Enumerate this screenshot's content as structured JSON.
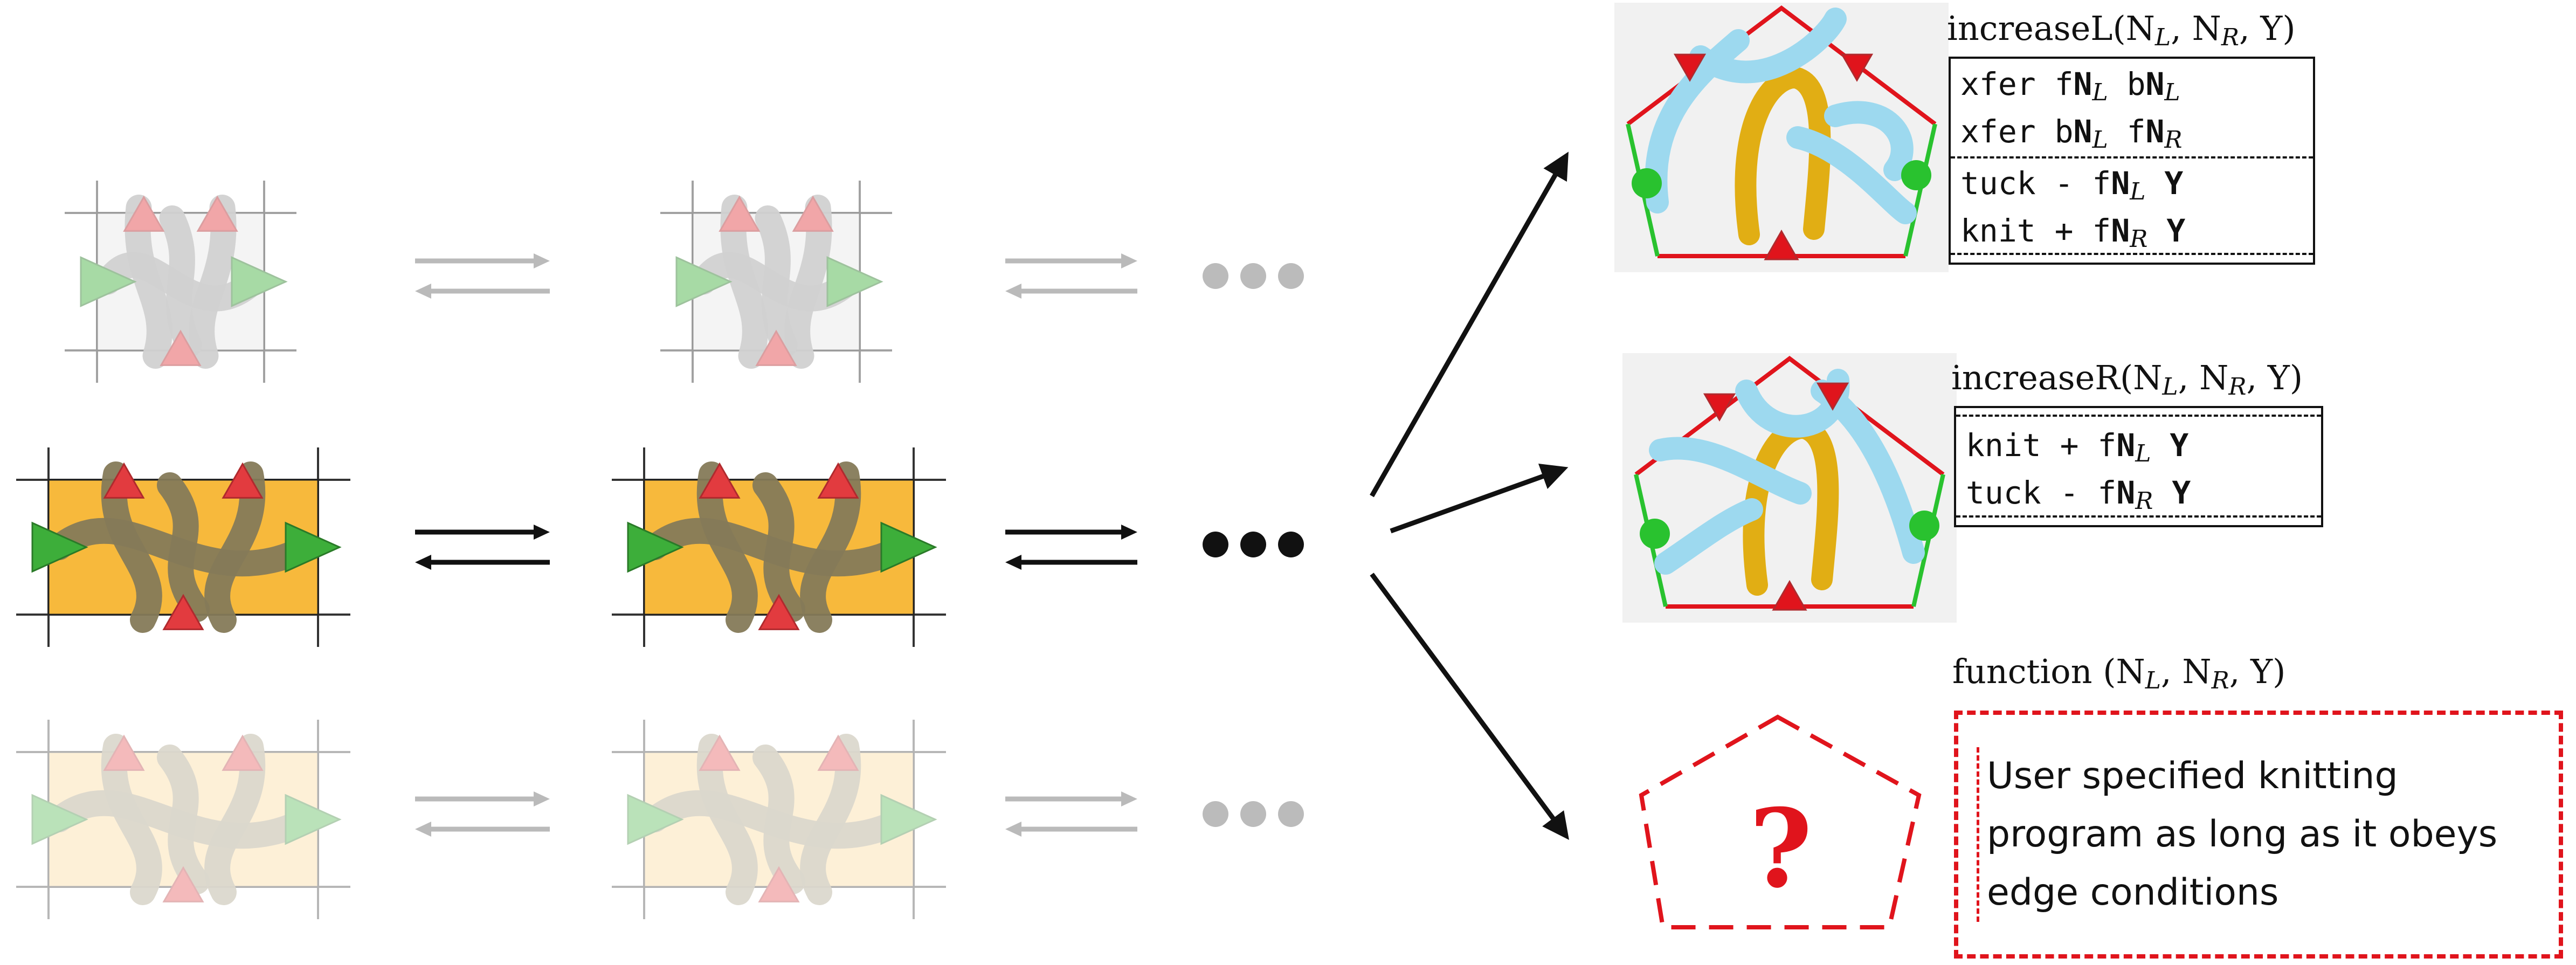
{
  "panels": [
    {
      "name": "increaseL",
      "args": [
        "N",
        "L",
        "N",
        "R",
        "Y"
      ],
      "lines": [
        {
          "mono": "xfer f",
          "bold1": "N",
          "sub1": "L",
          "mono2": " b",
          "bold2": "N",
          "sub2": "L",
          "tail": ""
        },
        {
          "mono": "xfer b",
          "bold1": "N",
          "sub1": "L",
          "mono2": " f",
          "bold2": "N",
          "sub2": "R",
          "tail": ""
        },
        {
          "mono": "tuck - f",
          "bold1": "N",
          "sub1": "L",
          "mono2": "",
          "bold2": "",
          "sub2": "",
          "tail": " Y"
        },
        {
          "mono": "knit + f",
          "bold1": "N",
          "sub1": "R",
          "mono2": "",
          "bold2": "",
          "sub2": "",
          "tail": " Y"
        }
      ]
    },
    {
      "name": "increaseR",
      "args": [
        "N",
        "L",
        "N",
        "R",
        "Y"
      ],
      "lines": [
        {
          "mono": "knit + f",
          "bold1": "N",
          "sub1": "L",
          "mono2": "",
          "bold2": "",
          "sub2": "",
          "tail": " Y"
        },
        {
          "mono": "tuck - f",
          "bold1": "N",
          "sub1": "R",
          "mono2": "",
          "bold2": "",
          "sub2": "",
          "tail": " Y"
        }
      ]
    }
  ],
  "function_panel": {
    "name": "function",
    "args": [
      "N",
      "L",
      "N",
      "R",
      "Y"
    ],
    "qmark": "?",
    "text_lines": [
      "User specified knitting",
      "program as long as it obeys",
      "edge conditions"
    ]
  },
  "colors": {
    "triangle_red": "#e23b3f",
    "arrow_green": "#3dae3a",
    "orange_fill": "#f7b93c",
    "yarn_dark": "#857a58",
    "yarn_gray": "#c8c8c8",
    "yarn_blue": "#9dd9ef",
    "yarn_gold": "#e1ae14",
    "edge_red": "#e0141c",
    "edge_green": "#29c22f"
  }
}
